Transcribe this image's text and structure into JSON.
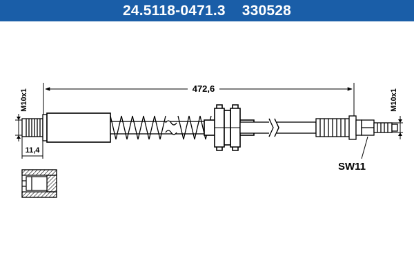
{
  "header": {
    "part_number": "24.5118-0471.3",
    "reference_number": "330528",
    "background_color": "#1a5ea8",
    "text_color": "#ffffff"
  },
  "drawing": {
    "length_label": "472,6",
    "left_thread_label": "M10x1",
    "right_thread_label": "M10x1",
    "left_fitting_length_label": "11,4",
    "wrench_size_label": "SW11",
    "line_color": "#000000",
    "hose_fill_color": "#ffffff"
  }
}
